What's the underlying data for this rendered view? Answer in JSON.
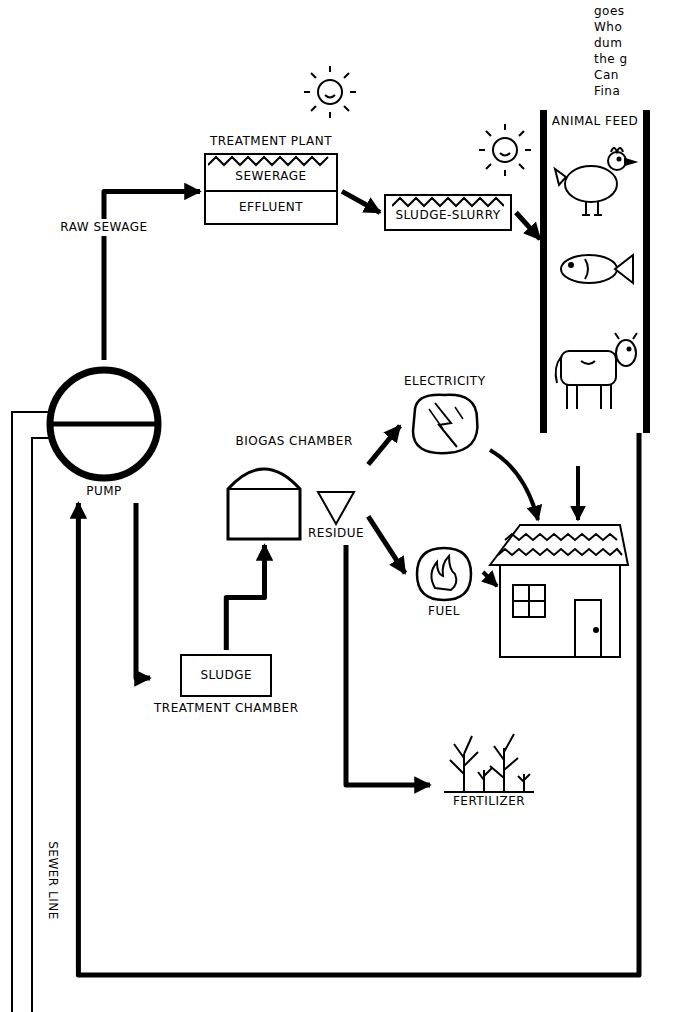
{
  "diagram": {
    "nodes": [
      {
        "text": [
          "PUMP"
        ]
      },
      {
        "text": [
          "TREATMENT PLANT",
          "SEWERAGE",
          "EFFLUENT"
        ]
      },
      {
        "text": [
          "SLUDGE-SLURRY"
        ]
      },
      {
        "text": [
          "ANIMAL FEED"
        ]
      },
      {
        "text": [
          "SLUDGE",
          "TREATMENT CHAMBER"
        ]
      },
      {
        "text": [
          "BIOGAS CHAMBER",
          "RESIDUE"
        ]
      },
      {
        "text": [
          "ELECTRICITY"
        ]
      },
      {
        "text": [
          "FUEL"
        ]
      },
      {
        "text": [
          "FERTILIZER"
        ]
      }
    ],
    "edges": [
      {
        "from": 0,
        "to": 1,
        "label": "RAW SEWAGE",
        "arrow": "to"
      },
      {
        "from": 1,
        "to": 2,
        "arrow": "to"
      },
      {
        "from": 2,
        "to": 3,
        "arrow": "to"
      },
      {
        "from": 0,
        "to": 4,
        "arrow": "to"
      },
      {
        "from": 4,
        "to": 5,
        "arrow": "to"
      },
      {
        "from": 5,
        "to": 6,
        "arrow": "to"
      },
      {
        "from": 5,
        "to": 7,
        "arrow": "to"
      },
      {
        "from": 5,
        "to": 8,
        "arrow": "to"
      },
      {
        "from": 3,
        "to": 0,
        "arrow": "to"
      }
    ],
    "labels": [
      "SEWER LINE",
      "goes",
      "Who",
      "dum",
      "the g",
      "Can",
      "Fina"
    ]
  }
}
